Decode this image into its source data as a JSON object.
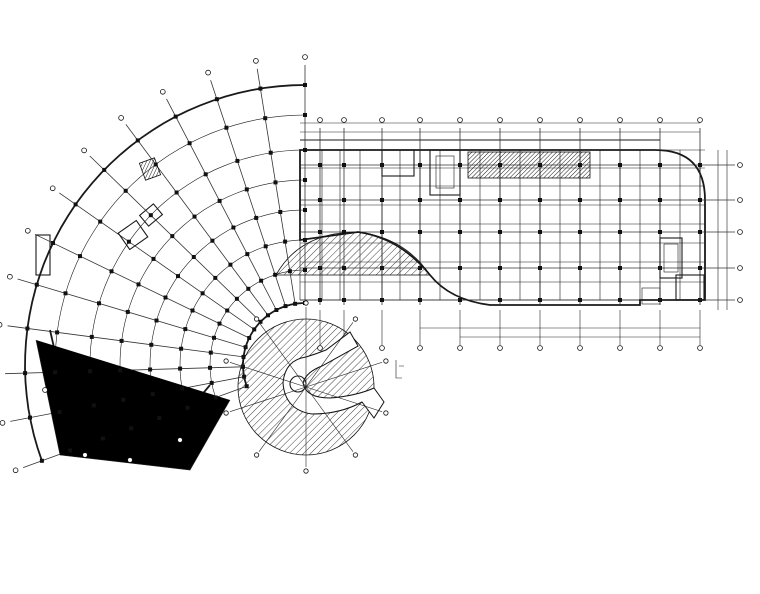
{
  "drawing": {
    "type": "structural floor framing plan",
    "colors": {
      "background": "#ffffff",
      "linework": "#1a1a1a",
      "hatch": "#2b2b2b"
    },
    "regions": [
      "curved-wing",
      "rectangular-block",
      "circular-ramp",
      "ramp-slab-opening"
    ],
    "note_mark": "annotation-glyph"
  }
}
